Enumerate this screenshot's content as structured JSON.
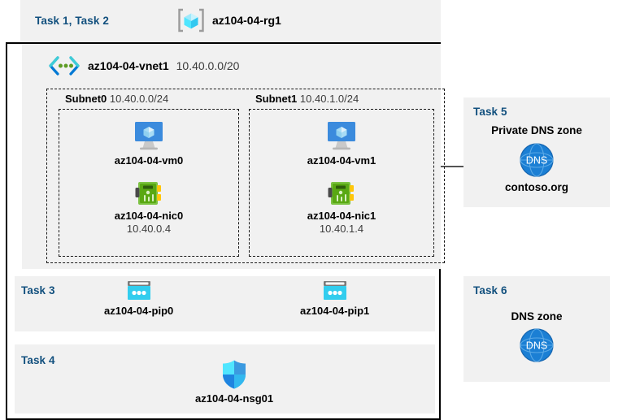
{
  "header": {
    "task_label": "Task 1, Task 2",
    "resource_group": {
      "icon": "resource-group-icon",
      "name": "az104-04-rg1"
    }
  },
  "vnet": {
    "icon": "virtual-network-icon",
    "name": "az104-04-vnet1",
    "cidr": "10.40.0.0/20",
    "subnets": [
      {
        "title": "Subnet0",
        "cidr": "10.40.0.0/24",
        "vm": {
          "icon": "virtual-machine-icon",
          "name": "az104-04-vm0"
        },
        "nic": {
          "icon": "network-interface-icon",
          "name": "az104-04-nic0",
          "ip": "10.40.0.4"
        }
      },
      {
        "title": "Subnet1",
        "cidr": "10.40.1.0/24",
        "vm": {
          "icon": "virtual-machine-icon",
          "name": "az104-04-vm1"
        },
        "nic": {
          "icon": "network-interface-icon",
          "name": "az104-04-nic1",
          "ip": "10.40.1.4"
        }
      }
    ]
  },
  "task3": {
    "label": "Task 3",
    "public_ips": [
      {
        "icon": "public-ip-address-icon",
        "name": "az104-04-pip0"
      },
      {
        "icon": "public-ip-address-icon",
        "name": "az104-04-pip1"
      }
    ]
  },
  "task4": {
    "label": "Task 4",
    "nsg": {
      "icon": "network-security-group-icon",
      "name": "az104-04-nsg01"
    }
  },
  "task5": {
    "label": "Task 5",
    "heading": "Private DNS zone",
    "icon": "dns-zone-icon",
    "icon_text": "DNS",
    "zone_name": "contoso.org"
  },
  "task6": {
    "label": "Task 6",
    "heading": "DNS zone",
    "icon": "dns-zone-icon",
    "icon_text": "DNS"
  },
  "colors": {
    "task_label": "#12507e",
    "panel_background": "#f1f1f1",
    "page_background": "#ffffff",
    "resource_group_cube": "#50e6ff",
    "vnet_bracket": "#0078d4",
    "vnet_dots": "#5e9c24",
    "vm_monitor": "#3b8bdd",
    "nic_card": "#6bb12f",
    "public_ip": "#32cdee",
    "nsg_shield": "#32bdf3",
    "dns_globe": "#1b7fd4",
    "connector": "#1a1a1a"
  }
}
